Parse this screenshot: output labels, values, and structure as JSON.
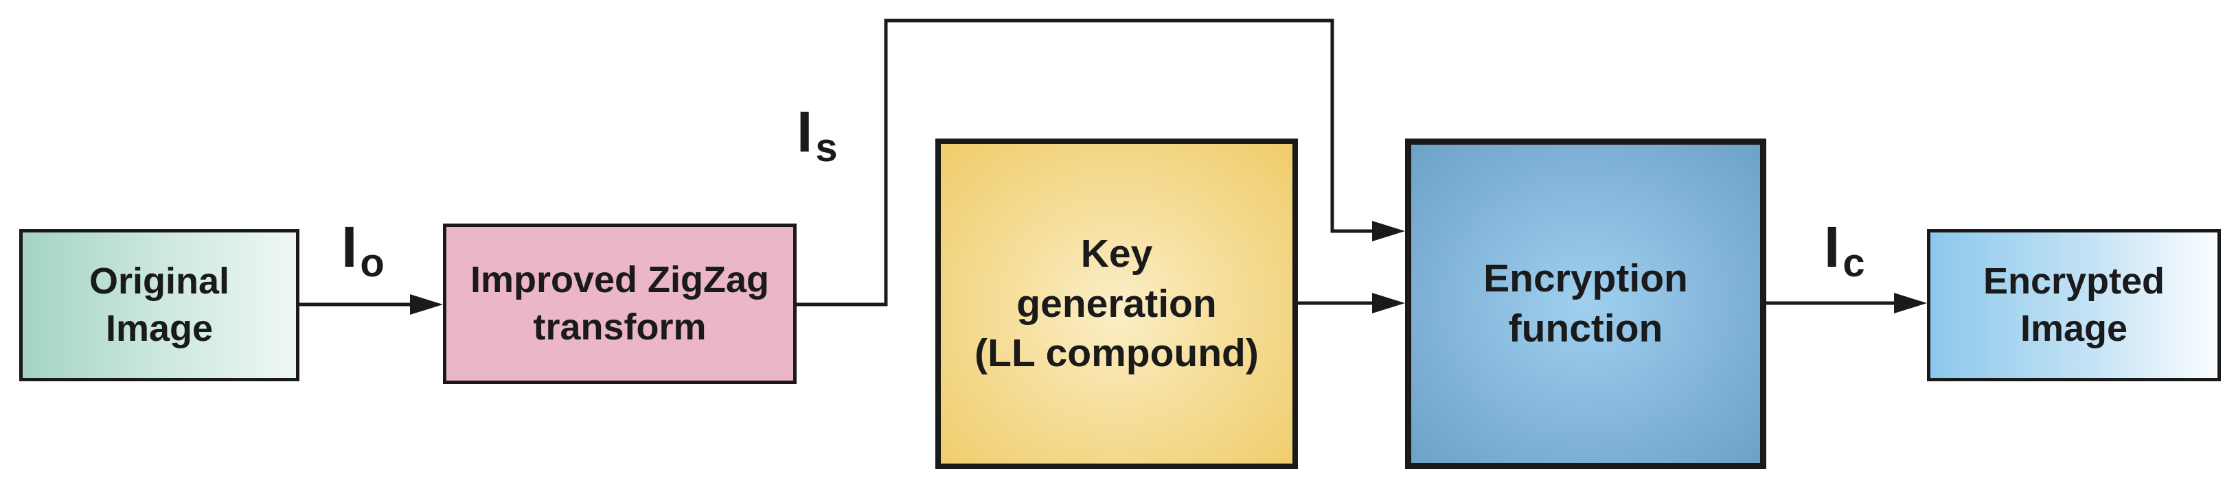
{
  "nodes": {
    "original_image": {
      "line1": "Original",
      "line2": "Image"
    },
    "zigzag": {
      "line1": "Improved ZigZag",
      "line2": "transform"
    },
    "key_generation": {
      "line1": "Key",
      "line2": "generation",
      "line3": "(LL compound)"
    },
    "encryption_function": {
      "line1": "Encryption",
      "line2": "function"
    },
    "encrypted_image": {
      "line1": "Encrypted",
      "line2": "Image"
    }
  },
  "signals": {
    "io": {
      "main": "I",
      "sub": "o"
    },
    "is": {
      "main": "I",
      "sub": "s"
    },
    "ic": {
      "main": "I",
      "sub": "c"
    }
  },
  "colors": {
    "original_image": "#a4d4c4",
    "zigzag": "#ebb6c5",
    "key_generation": "#efcc6a",
    "encryption_function": "#6ea1c6",
    "encrypted_image": "#8cc8ec",
    "stroke": "#1a1a1a"
  },
  "edges": [
    {
      "from": "original_image",
      "to": "zigzag",
      "label": "io"
    },
    {
      "from": "zigzag",
      "to": "encryption_function",
      "label": "is"
    },
    {
      "from": "key_generation",
      "to": "encryption_function"
    },
    {
      "from": "encryption_function",
      "to": "encrypted_image",
      "label": "ic"
    }
  ]
}
